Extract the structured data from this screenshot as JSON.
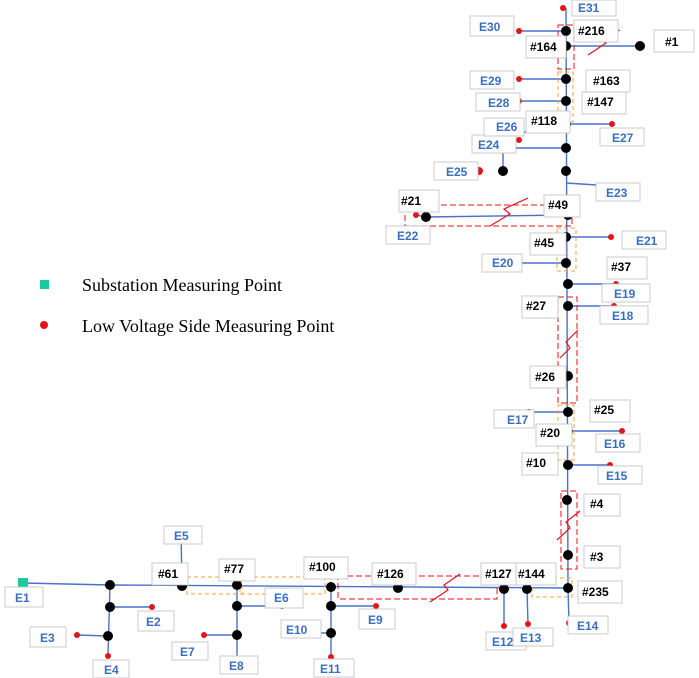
{
  "legend": {
    "substation_label": "Substation Measuring Point",
    "low_voltage_label": "Low Voltage Side Measuring Point",
    "substation_color": "#1fc9a0",
    "low_voltage_color": "#e8121b"
  },
  "nodes": [
    "#1",
    "#3",
    "#4",
    "#10",
    "#20",
    "#21",
    "#25",
    "#26",
    "#27",
    "#37",
    "#45",
    "#49",
    "#61",
    "#77",
    "#100",
    "#118",
    "#126",
    "#127",
    "#144",
    "#147",
    "#163",
    "#164",
    "#216",
    "#235"
  ],
  "meters": [
    "E1",
    "E2",
    "E3",
    "E4",
    "E5",
    "E6",
    "E7",
    "E8",
    "E9",
    "E10",
    "E11",
    "E12",
    "E13",
    "E14",
    "E15",
    "E16",
    "E17",
    "E18",
    "E19",
    "E20",
    "E21",
    "E22",
    "E23",
    "E24",
    "E25",
    "E26",
    "E27",
    "E28",
    "E29",
    "E30",
    "E31"
  ]
}
